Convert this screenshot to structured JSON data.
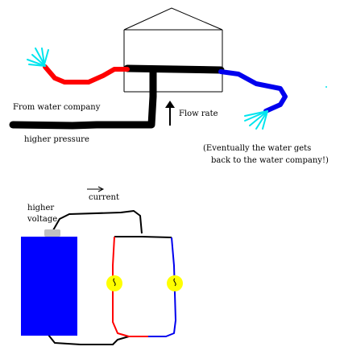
{
  "labels": {
    "from_water_company": "From water company",
    "higher_pressure": "higher pressure",
    "flow_rate": "Flow rate",
    "eventually_line1": "(Eventually the water gets",
    "eventually_line2": "back to the water company!)",
    "current": "current",
    "higher": "higher",
    "voltage": "voltage"
  },
  "colors": {
    "main_pipe": "#000000",
    "hot_pipe": "#ff0000",
    "cold_pipe": "#0000ee",
    "water_spray": "#00e5ee",
    "battery": "#0000ff",
    "battery_terminal": "#c0c0c0",
    "bulb": "#ffff00",
    "wire_black": "#000000",
    "wire_red": "#ff0000",
    "wire_blue": "#0000ee",
    "house_outline": "#000000"
  }
}
